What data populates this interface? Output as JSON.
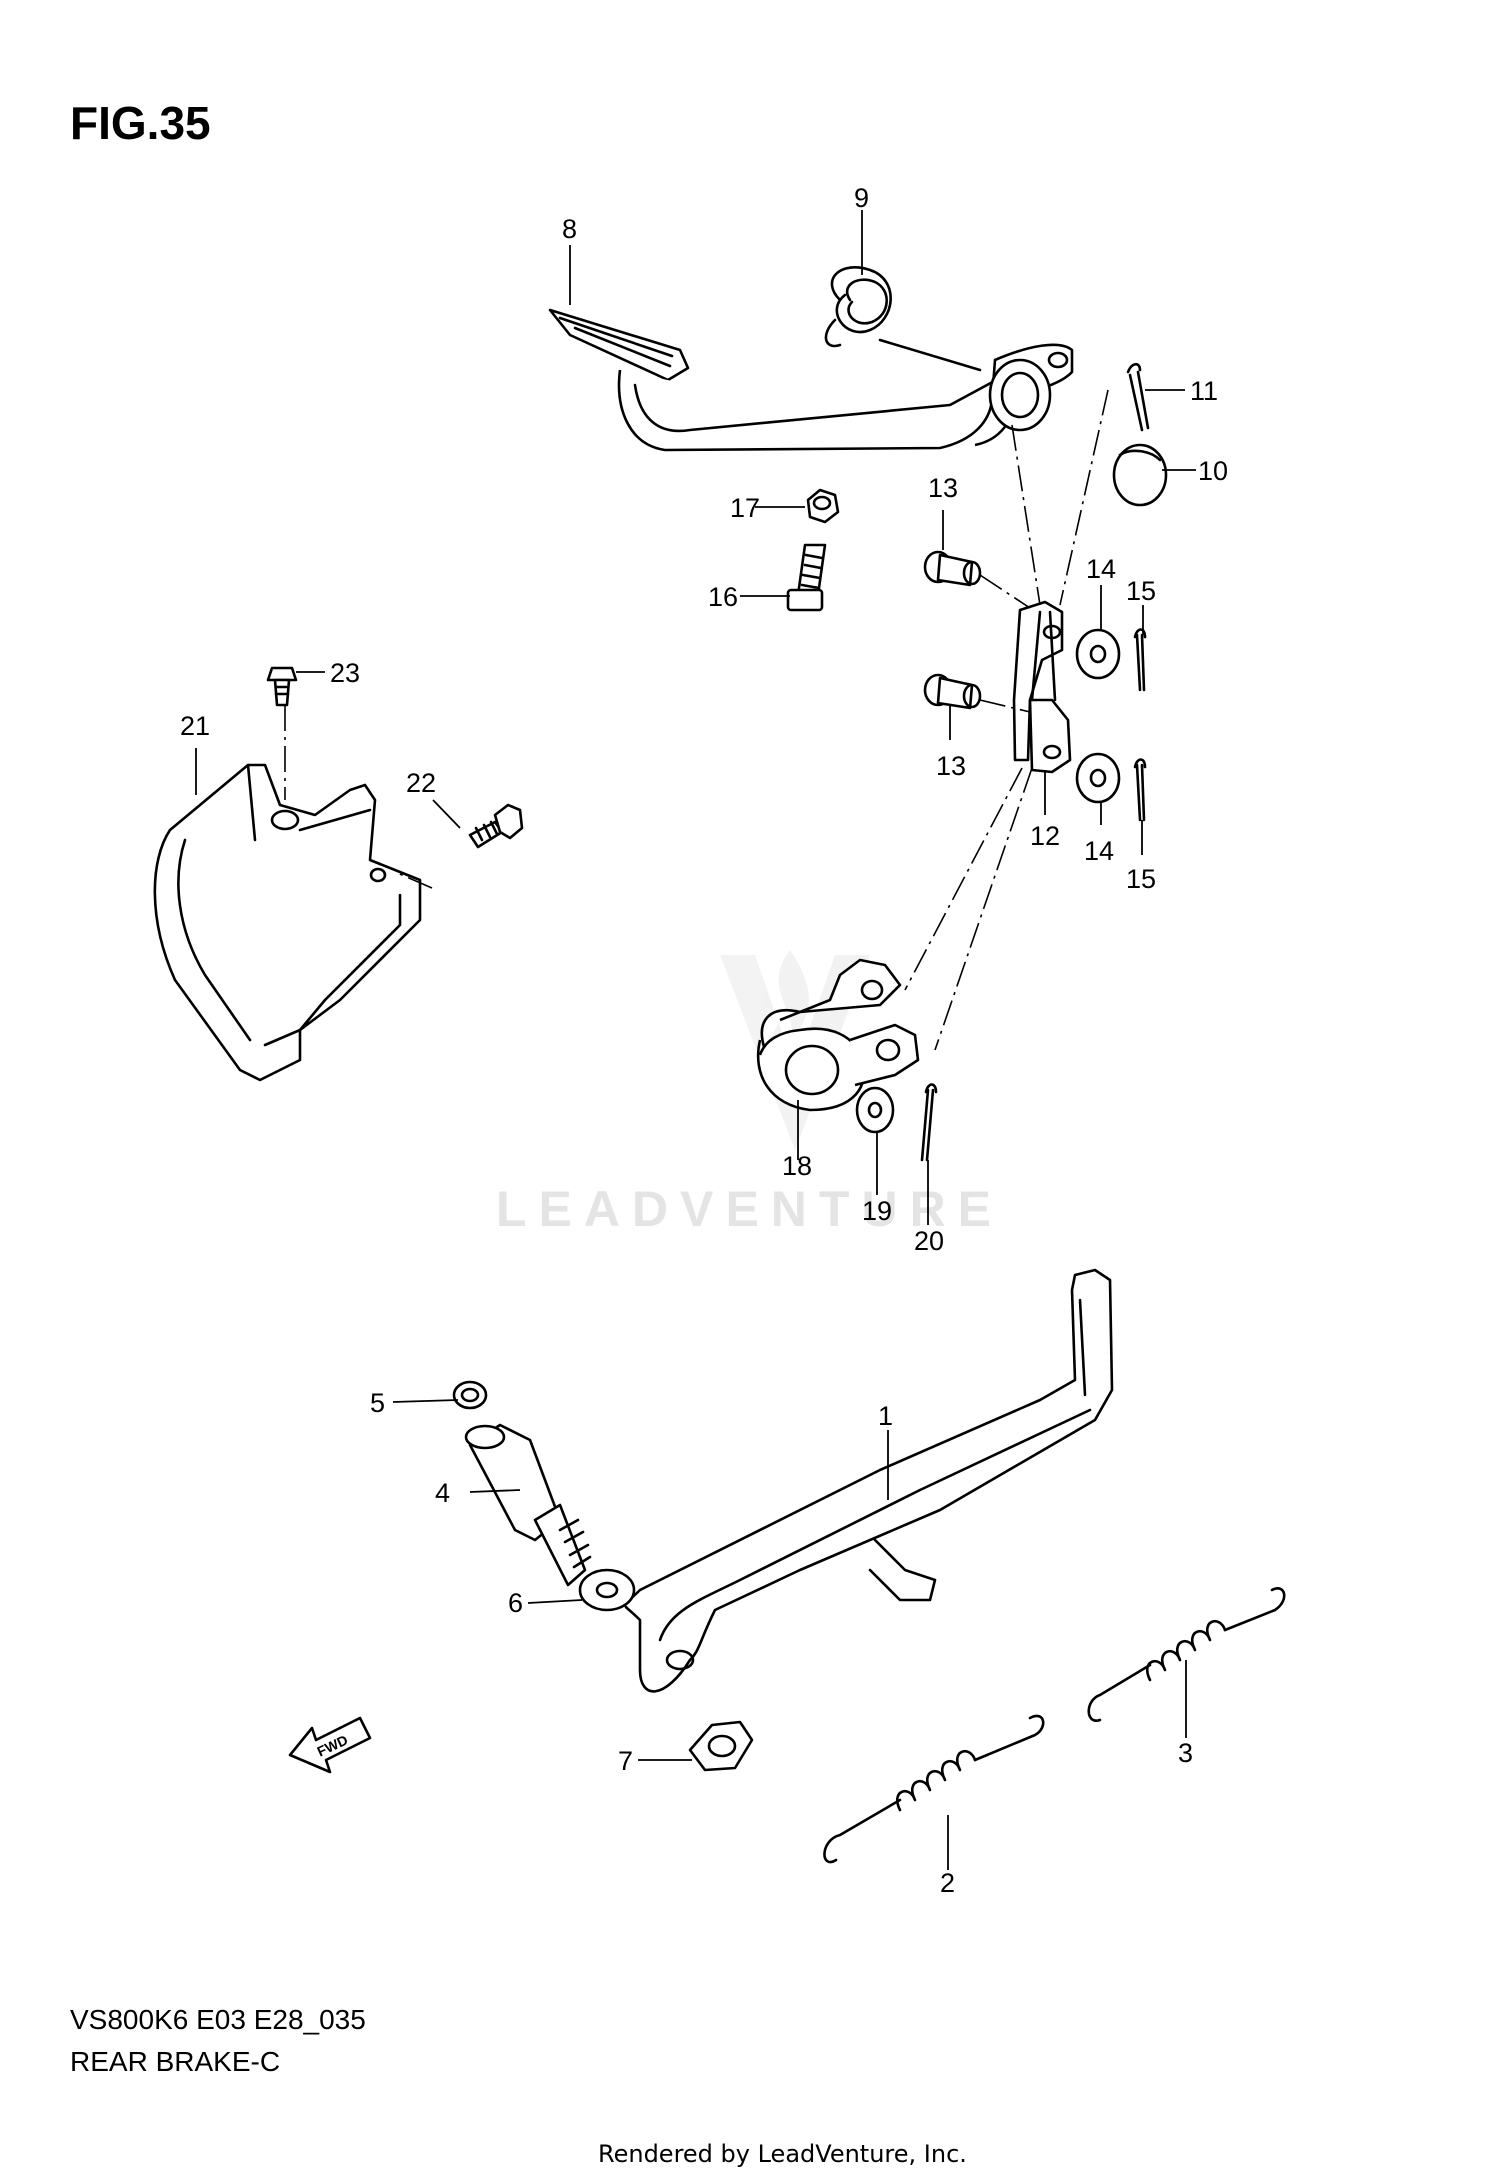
{
  "figure": {
    "title": "FIG.35"
  },
  "footer": {
    "model_code": "VS800K6 E03 E28_035",
    "section_name": "REAR BRAKE-C",
    "render_credit": "Rendered by LeadVenture, Inc."
  },
  "watermark": {
    "text": "LEADVENTURE"
  },
  "direction_badge": {
    "text": "FWD"
  },
  "callouts": [
    "1",
    "2",
    "3",
    "4",
    "5",
    "6",
    "7",
    "8",
    "9",
    "10",
    "11",
    "12",
    "13",
    "13",
    "14",
    "14",
    "15",
    "15",
    "16",
    "17",
    "18",
    "19",
    "20",
    "21",
    "22",
    "23"
  ]
}
